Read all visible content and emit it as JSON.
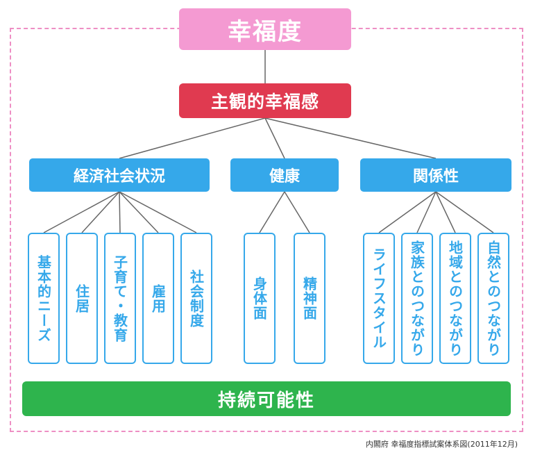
{
  "title": "幸福度",
  "subjective": "主観的幸福感",
  "categories": [
    {
      "label": "経済社会状況",
      "items": [
        "基本的ニーズ",
        "住居",
        "子育て・教育",
        "雇用",
        "社会制度"
      ]
    },
    {
      "label": "健康",
      "items": [
        "身体面",
        "精神面"
      ]
    },
    {
      "label": "関係性",
      "items": [
        "ライフスタイル",
        "家族とのつながり",
        "地域とのつながり",
        "自然とのつながり"
      ]
    }
  ],
  "sustainability": "持続可能性",
  "source": "内閣府 幸福度指標試案体系図(2011年12月)",
  "colors": {
    "title_bg": "#f49ad2",
    "subjective_bg": "#e03a50",
    "category_bg": "#35a8ea",
    "sustainability_bg": "#2eb44d",
    "frame": "#ee8fc4"
  }
}
